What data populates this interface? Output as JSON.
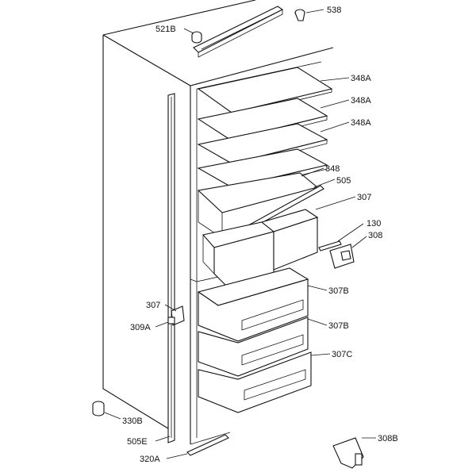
{
  "figure": {
    "labels": {
      "l538": "538",
      "l521b": "521B",
      "l348a_1": "348A",
      "l348a_2": "348A",
      "l348a_3": "348A",
      "l348": "348",
      "l505": "505",
      "l307_top": "307",
      "l130": "130",
      "l308": "308",
      "l307_left": "307",
      "l307b_1": "307B",
      "l309a": "309A",
      "l307b_2": "307B",
      "l307c": "307C",
      "l330b": "330B",
      "l505e": "505E",
      "l308b": "308B",
      "l320a": "320A"
    }
  }
}
